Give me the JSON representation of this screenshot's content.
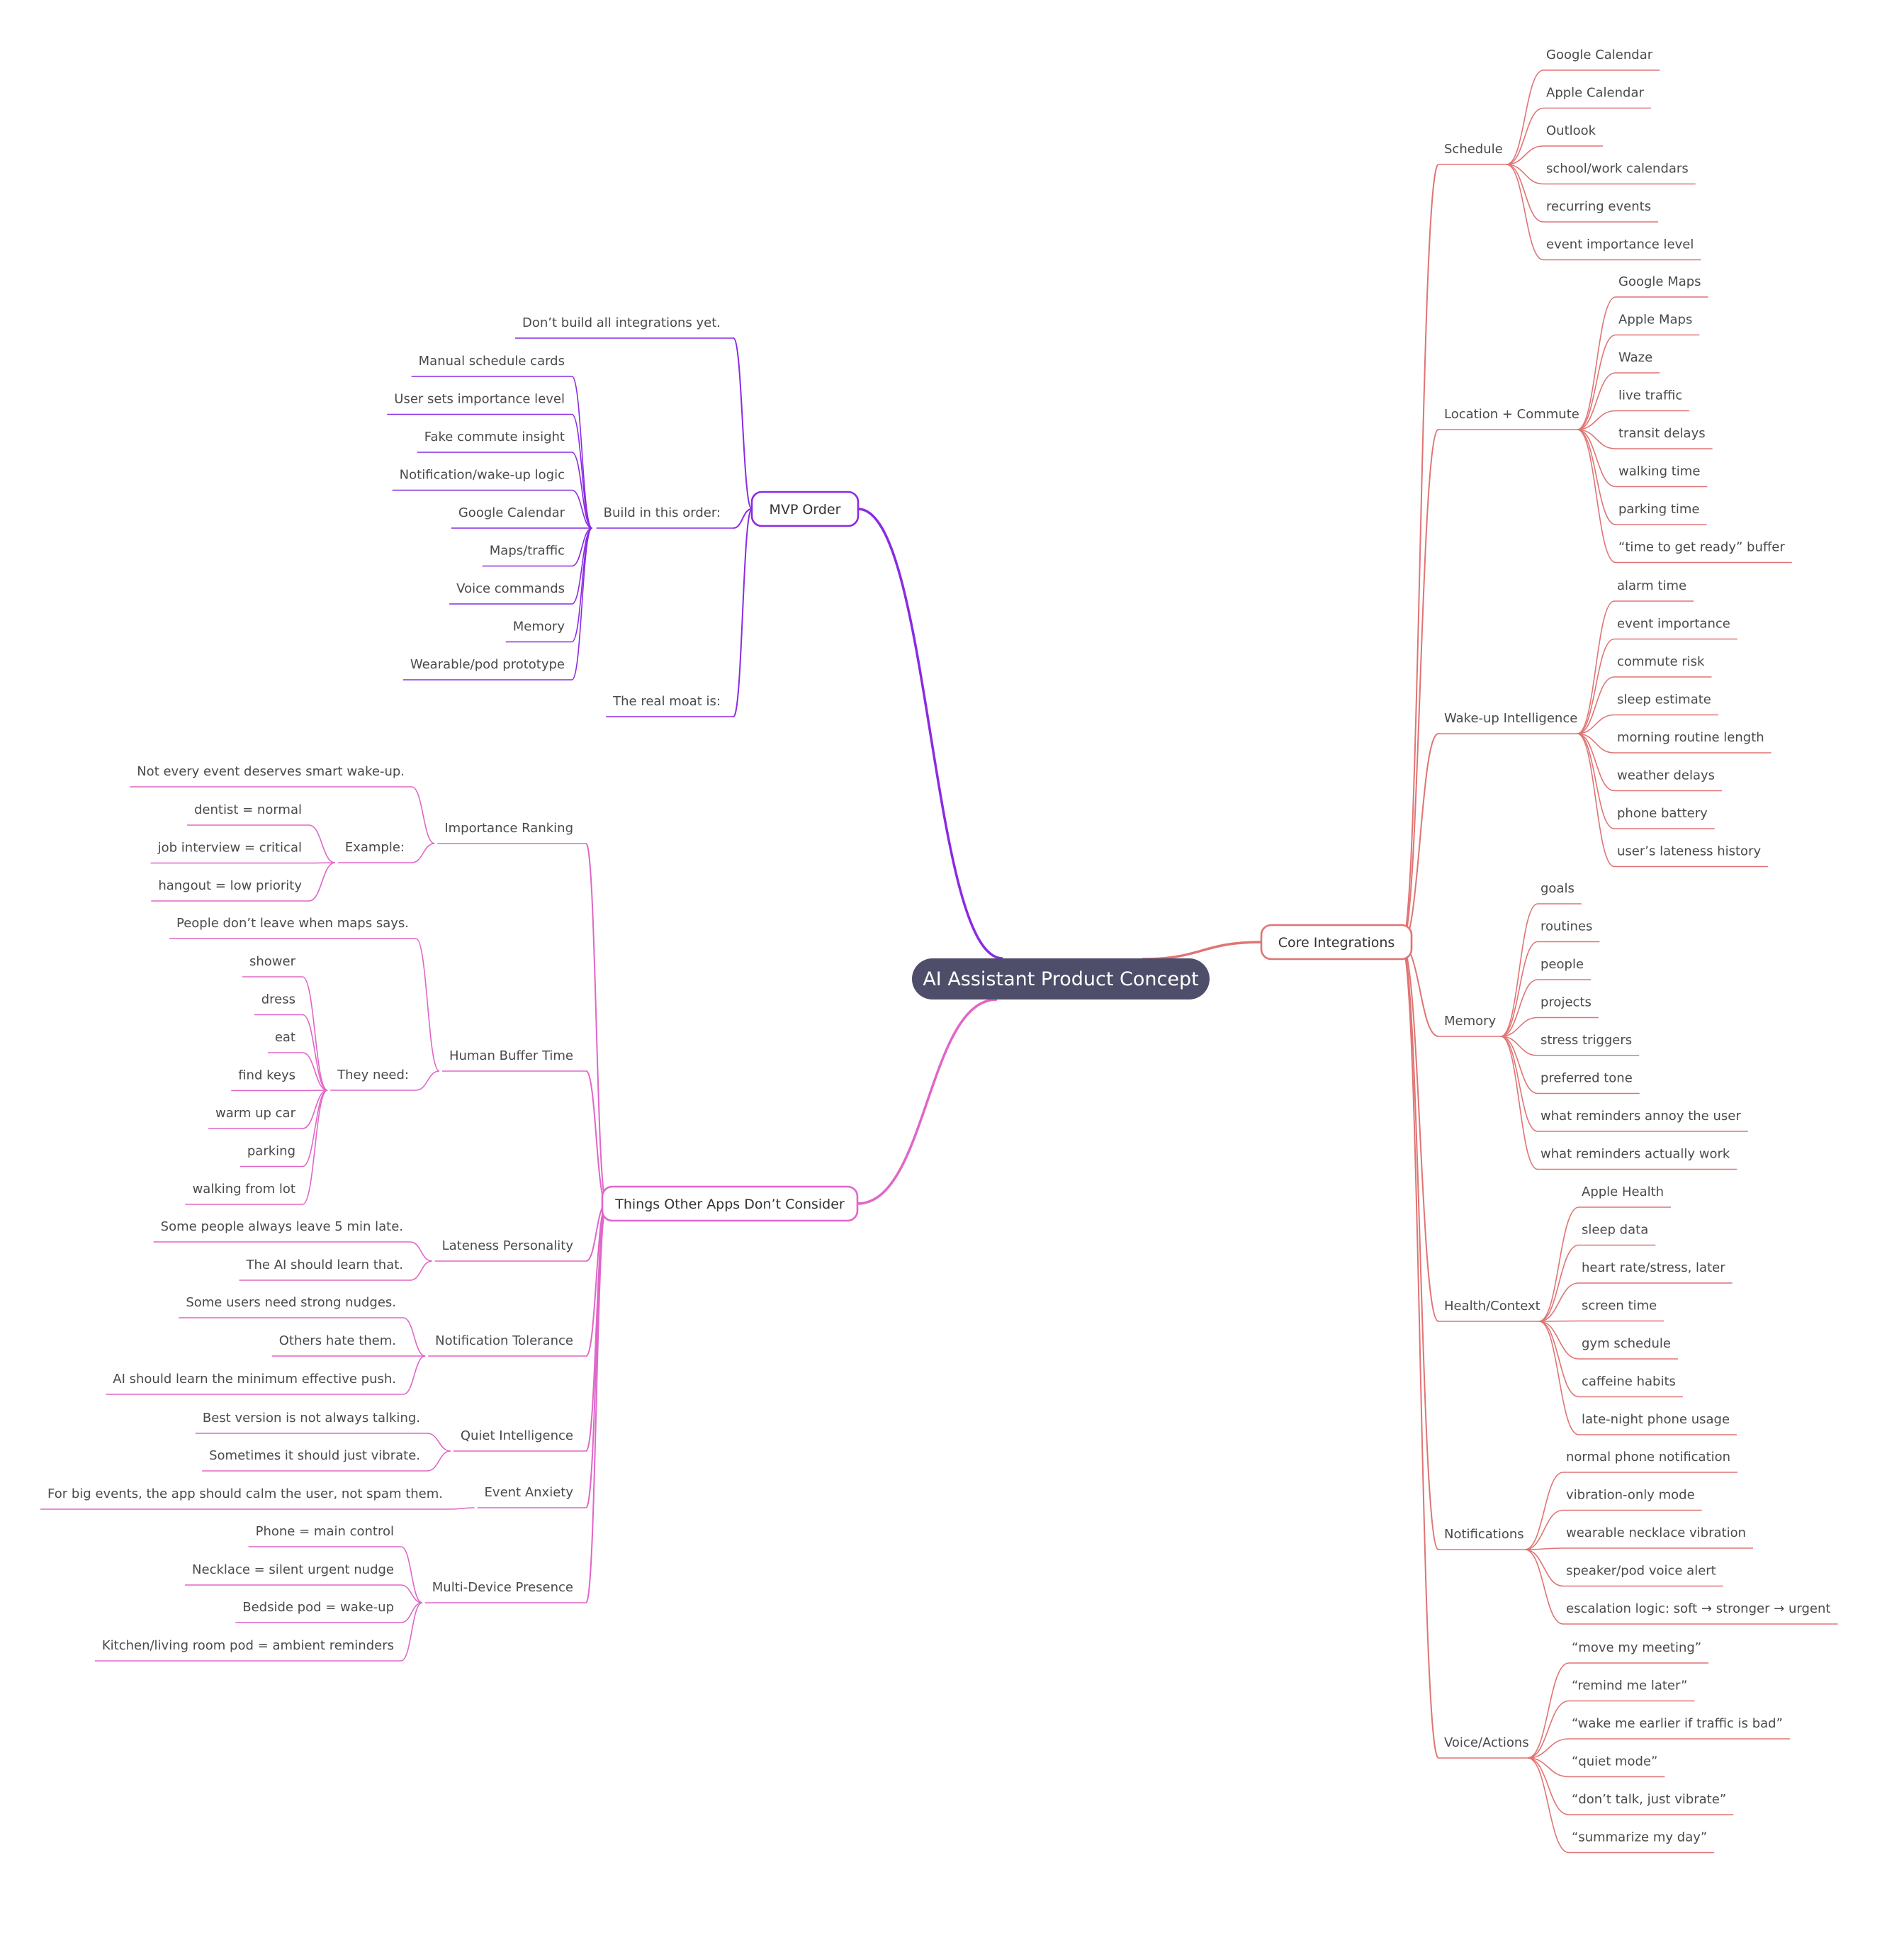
{
  "root": {
    "label": "AI Assistant Product Concept",
    "color": "#4e4e6a"
  },
  "branches": [
    {
      "key": "core",
      "label": "Core Integrations",
      "color": "#e07474",
      "children": [
        {
          "label": "Schedule",
          "children": [
            "Google Calendar",
            "Apple Calendar",
            "Outlook",
            "school/work calendars",
            "recurring events",
            "event importance level"
          ]
        },
        {
          "label": "Location + Commute",
          "children": [
            "Google Maps",
            "Apple Maps",
            "Waze",
            "live traffic",
            "transit delays",
            "walking time",
            "parking time",
            "“time to get ready” buffer"
          ]
        },
        {
          "label": "Wake-up Intelligence",
          "children": [
            "alarm time",
            "event importance",
            "commute risk",
            "sleep estimate",
            "morning routine length",
            "weather delays",
            "phone battery",
            "user’s lateness history"
          ]
        },
        {
          "label": "Memory",
          "children": [
            "goals",
            "routines",
            "people",
            "projects",
            "stress triggers",
            "preferred tone",
            "what reminders annoy the user",
            "what reminders actually work"
          ]
        },
        {
          "label": "Health/Context",
          "children": [
            "Apple Health",
            "sleep data",
            "heart rate/stress, later",
            "screen time",
            "gym schedule",
            "caffeine habits",
            "late-night phone usage"
          ]
        },
        {
          "label": "Notifications",
          "children": [
            "normal phone notification",
            "vibration-only mode",
            "wearable necklace vibration",
            "speaker/pod voice alert",
            "escalation logic: soft → stronger → urgent"
          ]
        },
        {
          "label": "Voice/Actions",
          "children": [
            "“move my meeting”",
            "“remind me later”",
            "“wake me earlier if traffic is bad”",
            "“quiet mode”",
            "“don’t talk, just vibrate”",
            "“summarize my day”"
          ]
        }
      ]
    },
    {
      "key": "mvp",
      "label": "MVP Order",
      "color": "#8a2be2",
      "children": [
        {
          "label": "Don’t build all integrations yet."
        },
        {
          "label": "Build in this order:",
          "children": [
            "Manual schedule cards",
            "User sets importance level",
            "Fake commute insight",
            "Notification/wake-up logic",
            "Google Calendar",
            "Maps/traffic",
            "Voice commands",
            "Memory",
            "Wearable/pod prototype"
          ]
        },
        {
          "label": "The real moat is:"
        }
      ]
    },
    {
      "key": "things",
      "label": "Things Other Apps Don’t Consider",
      "color": "#e066c8",
      "children": [
        {
          "label": "Importance Ranking",
          "children": [
            {
              "label": "Not every event deserves smart wake-up."
            },
            {
              "label": "Example:",
              "children": [
                "dentist = normal",
                "job interview = critical",
                "hangout = low priority"
              ]
            }
          ]
        },
        {
          "label": "Human Buffer Time",
          "children": [
            {
              "label": "People don’t leave when maps says."
            },
            {
              "label": "They need:",
              "children": [
                "shower",
                "dress",
                "eat",
                "find keys",
                "warm up car",
                "parking",
                "walking from lot"
              ]
            }
          ]
        },
        {
          "label": "Lateness Personality",
          "children": [
            {
              "label": "Some people always leave 5 min late."
            },
            {
              "label": "The AI should learn that."
            }
          ]
        },
        {
          "label": "Notification Tolerance",
          "children": [
            {
              "label": "Some users need strong nudges."
            },
            {
              "label": "Others hate them."
            },
            {
              "label": "AI should learn the minimum effective push."
            }
          ]
        },
        {
          "label": "Quiet Intelligence",
          "children": [
            {
              "label": "Best version is not always talking."
            },
            {
              "label": "Sometimes it should just vibrate."
            }
          ]
        },
        {
          "label": "Event Anxiety",
          "children": [
            {
              "label": "For big events, the app should calm the user, not spam them."
            }
          ]
        },
        {
          "label": "Multi-Device Presence",
          "children": [
            {
              "label": "Phone = main control"
            },
            {
              "label": "Necklace = silent urgent nudge"
            },
            {
              "label": "Bedside pod = wake-up"
            },
            {
              "label": "Kitchen/living room pod = ambient reminders"
            }
          ]
        }
      ]
    }
  ]
}
